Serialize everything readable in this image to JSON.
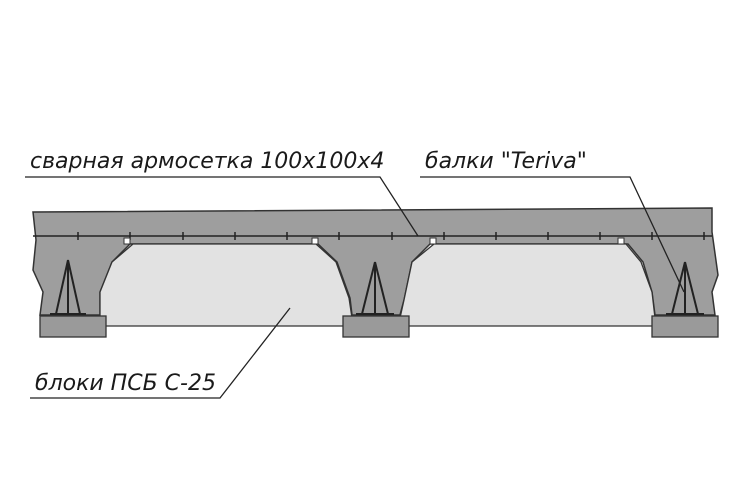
{
  "labels": {
    "mesh": "сварная армосетка 100х100х4",
    "beams": "балки \"Teriva\"",
    "blocks": "блоки ПСБ С-25"
  },
  "colors": {
    "concrete": "#9e9e9e",
    "block_fill": "#e2e2e2",
    "support": "#9a9a9a",
    "line": "#222222"
  }
}
